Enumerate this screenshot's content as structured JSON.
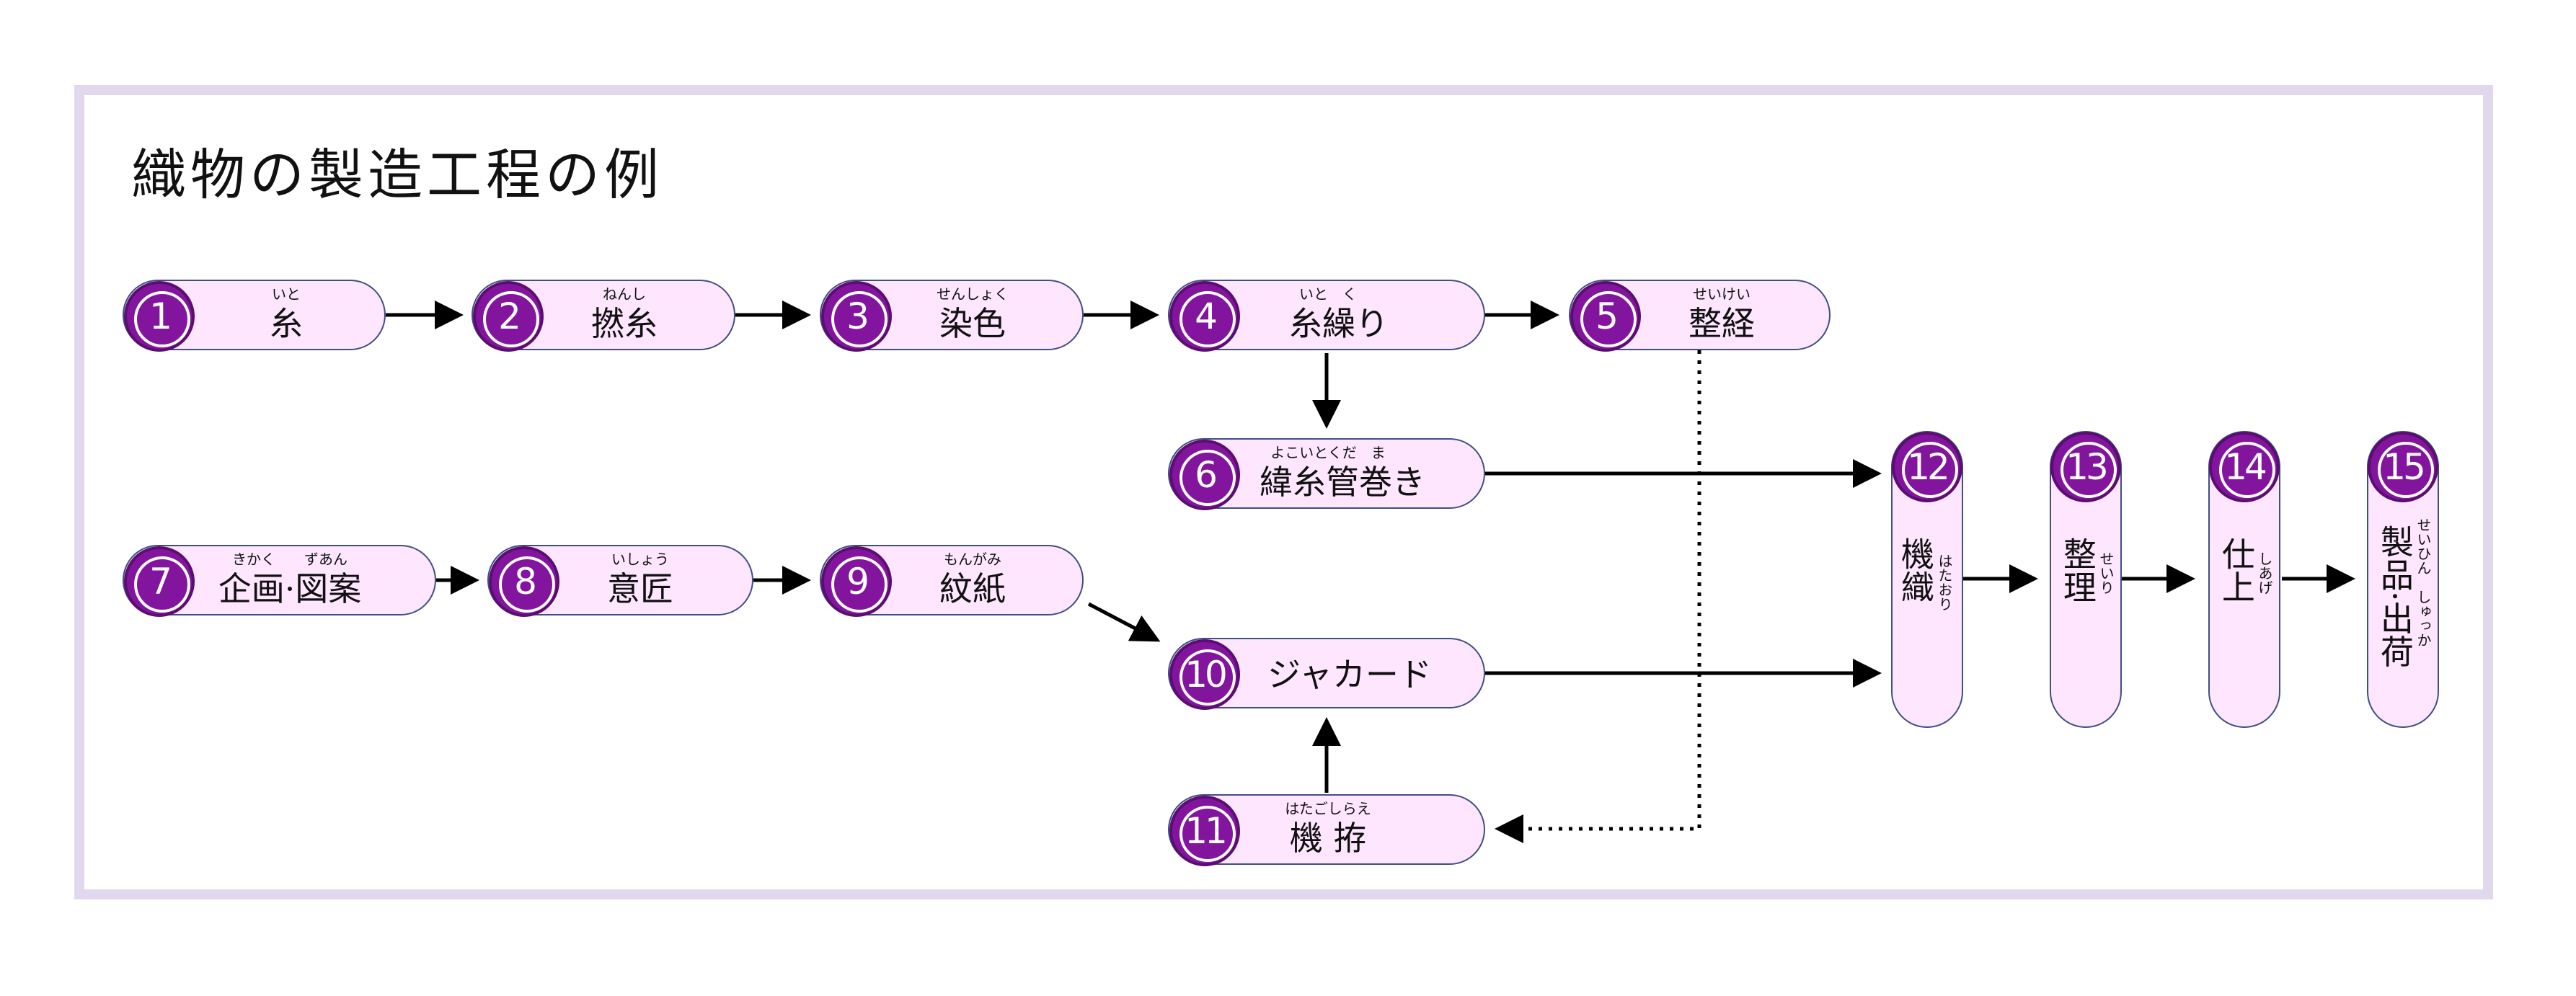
{
  "title": "織物の製造工程の例",
  "colors": {
    "frame": "#e2d8ee",
    "pill_fill": "#fee6fe",
    "pill_border": "#3e4f86",
    "badge": "#83149e"
  },
  "steps": [
    {
      "num": "1",
      "label": "糸",
      "ruby": "いと"
    },
    {
      "num": "2",
      "label": "撚糸",
      "ruby": "ねんし"
    },
    {
      "num": "3",
      "label": "染色",
      "ruby": "せんしょく"
    },
    {
      "num": "4",
      "label": "糸繰り",
      "ruby": "いと　く"
    },
    {
      "num": "5",
      "label": "整経",
      "ruby": "せいけい"
    },
    {
      "num": "6",
      "label": "緯糸管巻き",
      "ruby": "よこいとくだ　ま"
    },
    {
      "num": "7",
      "label": "企画·図案",
      "ruby": "きかく　　ずあん"
    },
    {
      "num": "8",
      "label": "意匠",
      "ruby": "いしょう"
    },
    {
      "num": "9",
      "label": "紋紙",
      "ruby": "もんがみ"
    },
    {
      "num": "10",
      "label": "ジャカード",
      "ruby": ""
    },
    {
      "num": "11",
      "label": "機 拵",
      "ruby": "はたごしらえ"
    },
    {
      "num": "12",
      "label": "機織",
      "ruby": "はたおり"
    },
    {
      "num": "13",
      "label": "整理",
      "ruby": "せいり"
    },
    {
      "num": "14",
      "label": "仕上",
      "ruby": "しあげ"
    },
    {
      "num": "15",
      "label": "製品·出荷",
      "ruby": "せいひん　しゅっか"
    }
  ]
}
